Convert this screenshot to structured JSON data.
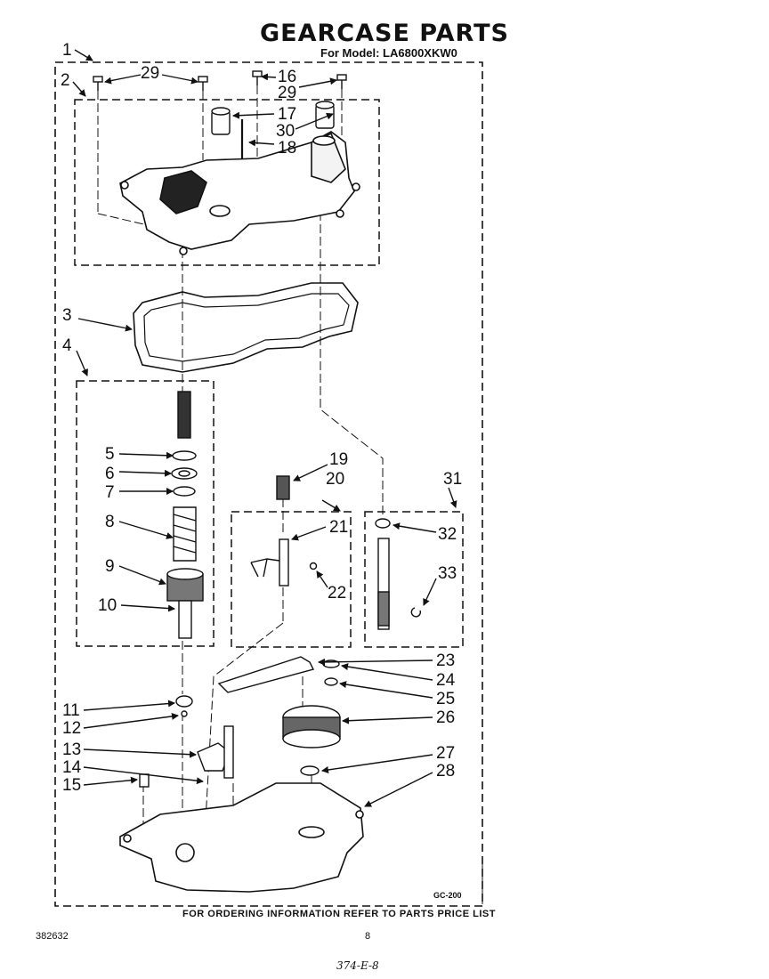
{
  "header": {
    "title": "GEARCASE PARTS",
    "model_line": "For Model: LA6800XKW0"
  },
  "footer": {
    "ordering_note": "FOR ORDERING INFORMATION REFER TO PARTS PRICE LIST",
    "document_number": "382632",
    "page_number": "8",
    "handwritten_note": "374-E-8",
    "diagram_code": "GC-200"
  },
  "callouts": {
    "c1": "1",
    "c2": "2",
    "c3": "3",
    "c4": "4",
    "c5": "5",
    "c6": "6",
    "c7": "7",
    "c8": "8",
    "c9": "9",
    "c10": "10",
    "c11": "11",
    "c12": "12",
    "c13": "13",
    "c14": "14",
    "c15": "15",
    "c16": "16",
    "c17": "17",
    "c18": "18",
    "c19": "19",
    "c20": "20",
    "c21": "21",
    "c22": "22",
    "c23": "23",
    "c24": "24",
    "c25": "25",
    "c26": "26",
    "c27": "27",
    "c28": "28",
    "c29a": "29",
    "c29b": "29",
    "c30": "30",
    "c31": "31",
    "c32": "32",
    "c33": "33"
  }
}
